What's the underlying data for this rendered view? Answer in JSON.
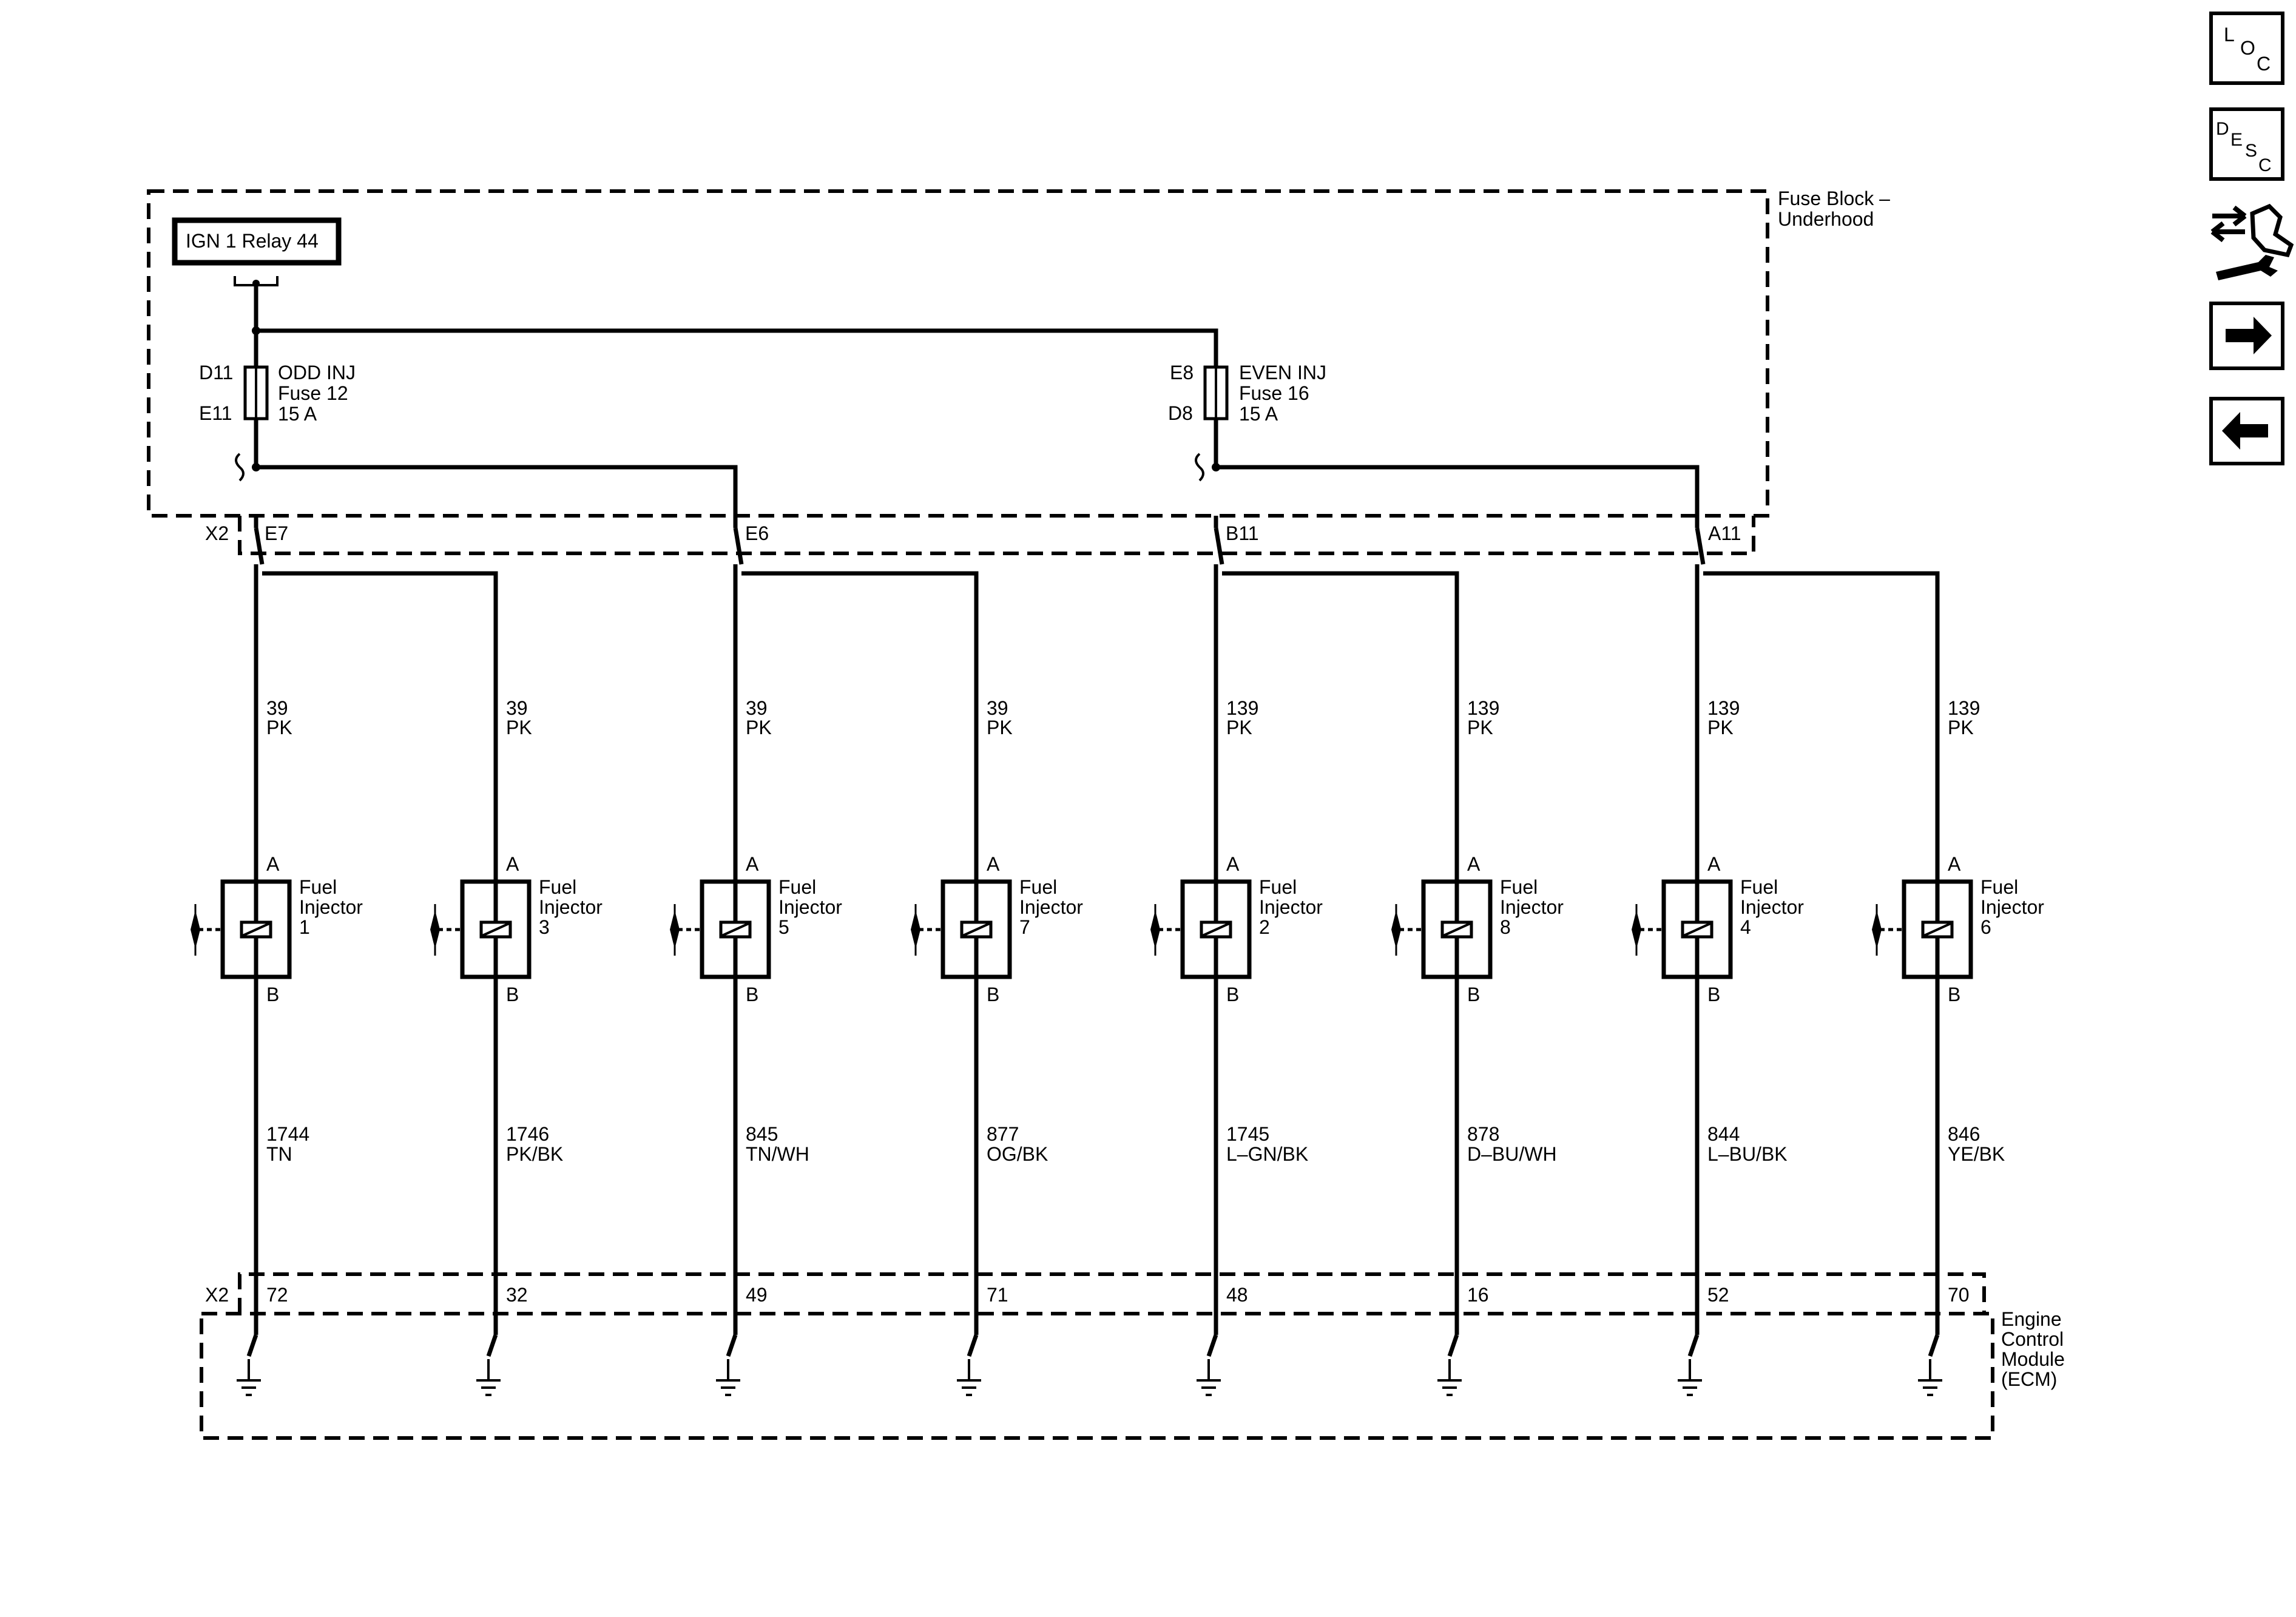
{
  "fuse_block": {
    "label_line1": "Fuse Block –",
    "label_line2": "Underhood",
    "relay_label": "IGN 1 Relay 44"
  },
  "fuse_odd": {
    "top_pin": "D11",
    "bottom_pin": "E11",
    "name": "ODD INJ",
    "fuse": "Fuse 12",
    "rating": "15 A"
  },
  "fuse_even": {
    "top_pin": "E8",
    "bottom_pin": "D8",
    "name": "EVEN INJ",
    "fuse": "Fuse 16",
    "rating": "15 A"
  },
  "connector_top": {
    "name": "X2",
    "pins": [
      "E7",
      "E6",
      "B11",
      "A11"
    ]
  },
  "injectors": [
    {
      "circuit_a": "39",
      "color_a": "PK",
      "pin_a": "A",
      "pin_b": "B",
      "name1": "Fuel",
      "name2": "Injector",
      "number": "1",
      "circuit_b": "1744",
      "color_b": "TN",
      "ecm_pin": "72"
    },
    {
      "circuit_a": "39",
      "color_a": "PK",
      "pin_a": "A",
      "pin_b": "B",
      "name1": "Fuel",
      "name2": "Injector",
      "number": "3",
      "circuit_b": "1746",
      "color_b": "PK/BK",
      "ecm_pin": "32"
    },
    {
      "circuit_a": "39",
      "color_a": "PK",
      "pin_a": "A",
      "pin_b": "B",
      "name1": "Fuel",
      "name2": "Injector",
      "number": "5",
      "circuit_b": "845",
      "color_b": "TN/WH",
      "ecm_pin": "49"
    },
    {
      "circuit_a": "39",
      "color_a": "PK",
      "pin_a": "A",
      "pin_b": "B",
      "name1": "Fuel",
      "name2": "Injector",
      "number": "7",
      "circuit_b": "877",
      "color_b": "OG/BK",
      "ecm_pin": "71"
    },
    {
      "circuit_a": "139",
      "color_a": "PK",
      "pin_a": "A",
      "pin_b": "B",
      "name1": "Fuel",
      "name2": "Injector",
      "number": "2",
      "circuit_b": "1745",
      "color_b": "L–GN/BK",
      "ecm_pin": "48"
    },
    {
      "circuit_a": "139",
      "color_a": "PK",
      "pin_a": "A",
      "pin_b": "B",
      "name1": "Fuel",
      "name2": "Injector",
      "number": "8",
      "circuit_b": "878",
      "color_b": "D–BU/WH",
      "ecm_pin": "16"
    },
    {
      "circuit_a": "139",
      "color_a": "PK",
      "pin_a": "A",
      "pin_b": "B",
      "name1": "Fuel",
      "name2": "Injector",
      "number": "4",
      "circuit_b": "844",
      "color_b": "L–BU/BK",
      "ecm_pin": "52"
    },
    {
      "circuit_a": "139",
      "color_a": "PK",
      "pin_a": "A",
      "pin_b": "B",
      "name1": "Fuel",
      "name2": "Injector",
      "number": "6",
      "circuit_b": "846",
      "color_b": "YE/BK",
      "ecm_pin": "70"
    }
  ],
  "connector_bottom": {
    "name": "X2"
  },
  "ecm": {
    "line1": "Engine",
    "line2": "Control",
    "line3": "Module",
    "line4": "(ECM)"
  },
  "nav": {
    "loc": [
      "L",
      "O",
      "C"
    ],
    "desc": [
      "D",
      "E",
      "S",
      "C"
    ],
    "connector_icon": "connector-wrench-icon",
    "next_icon": "arrow-right-icon",
    "prev_icon": "arrow-left-icon"
  }
}
